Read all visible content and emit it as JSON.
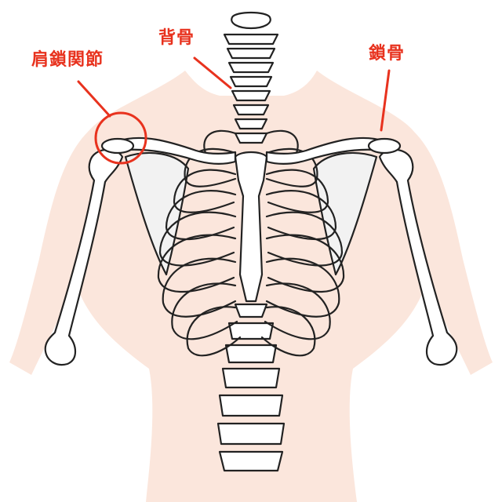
{
  "labels": {
    "acromioclavicular_joint": "肩鎖関節",
    "spine": "背骨",
    "clavicle": "鎖骨"
  },
  "colors": {
    "accent": "#e8321e",
    "skin": "#fbe6dc",
    "bone": "#ffffff",
    "bone_shade": "#e3e3e3",
    "outline": "#222222"
  }
}
